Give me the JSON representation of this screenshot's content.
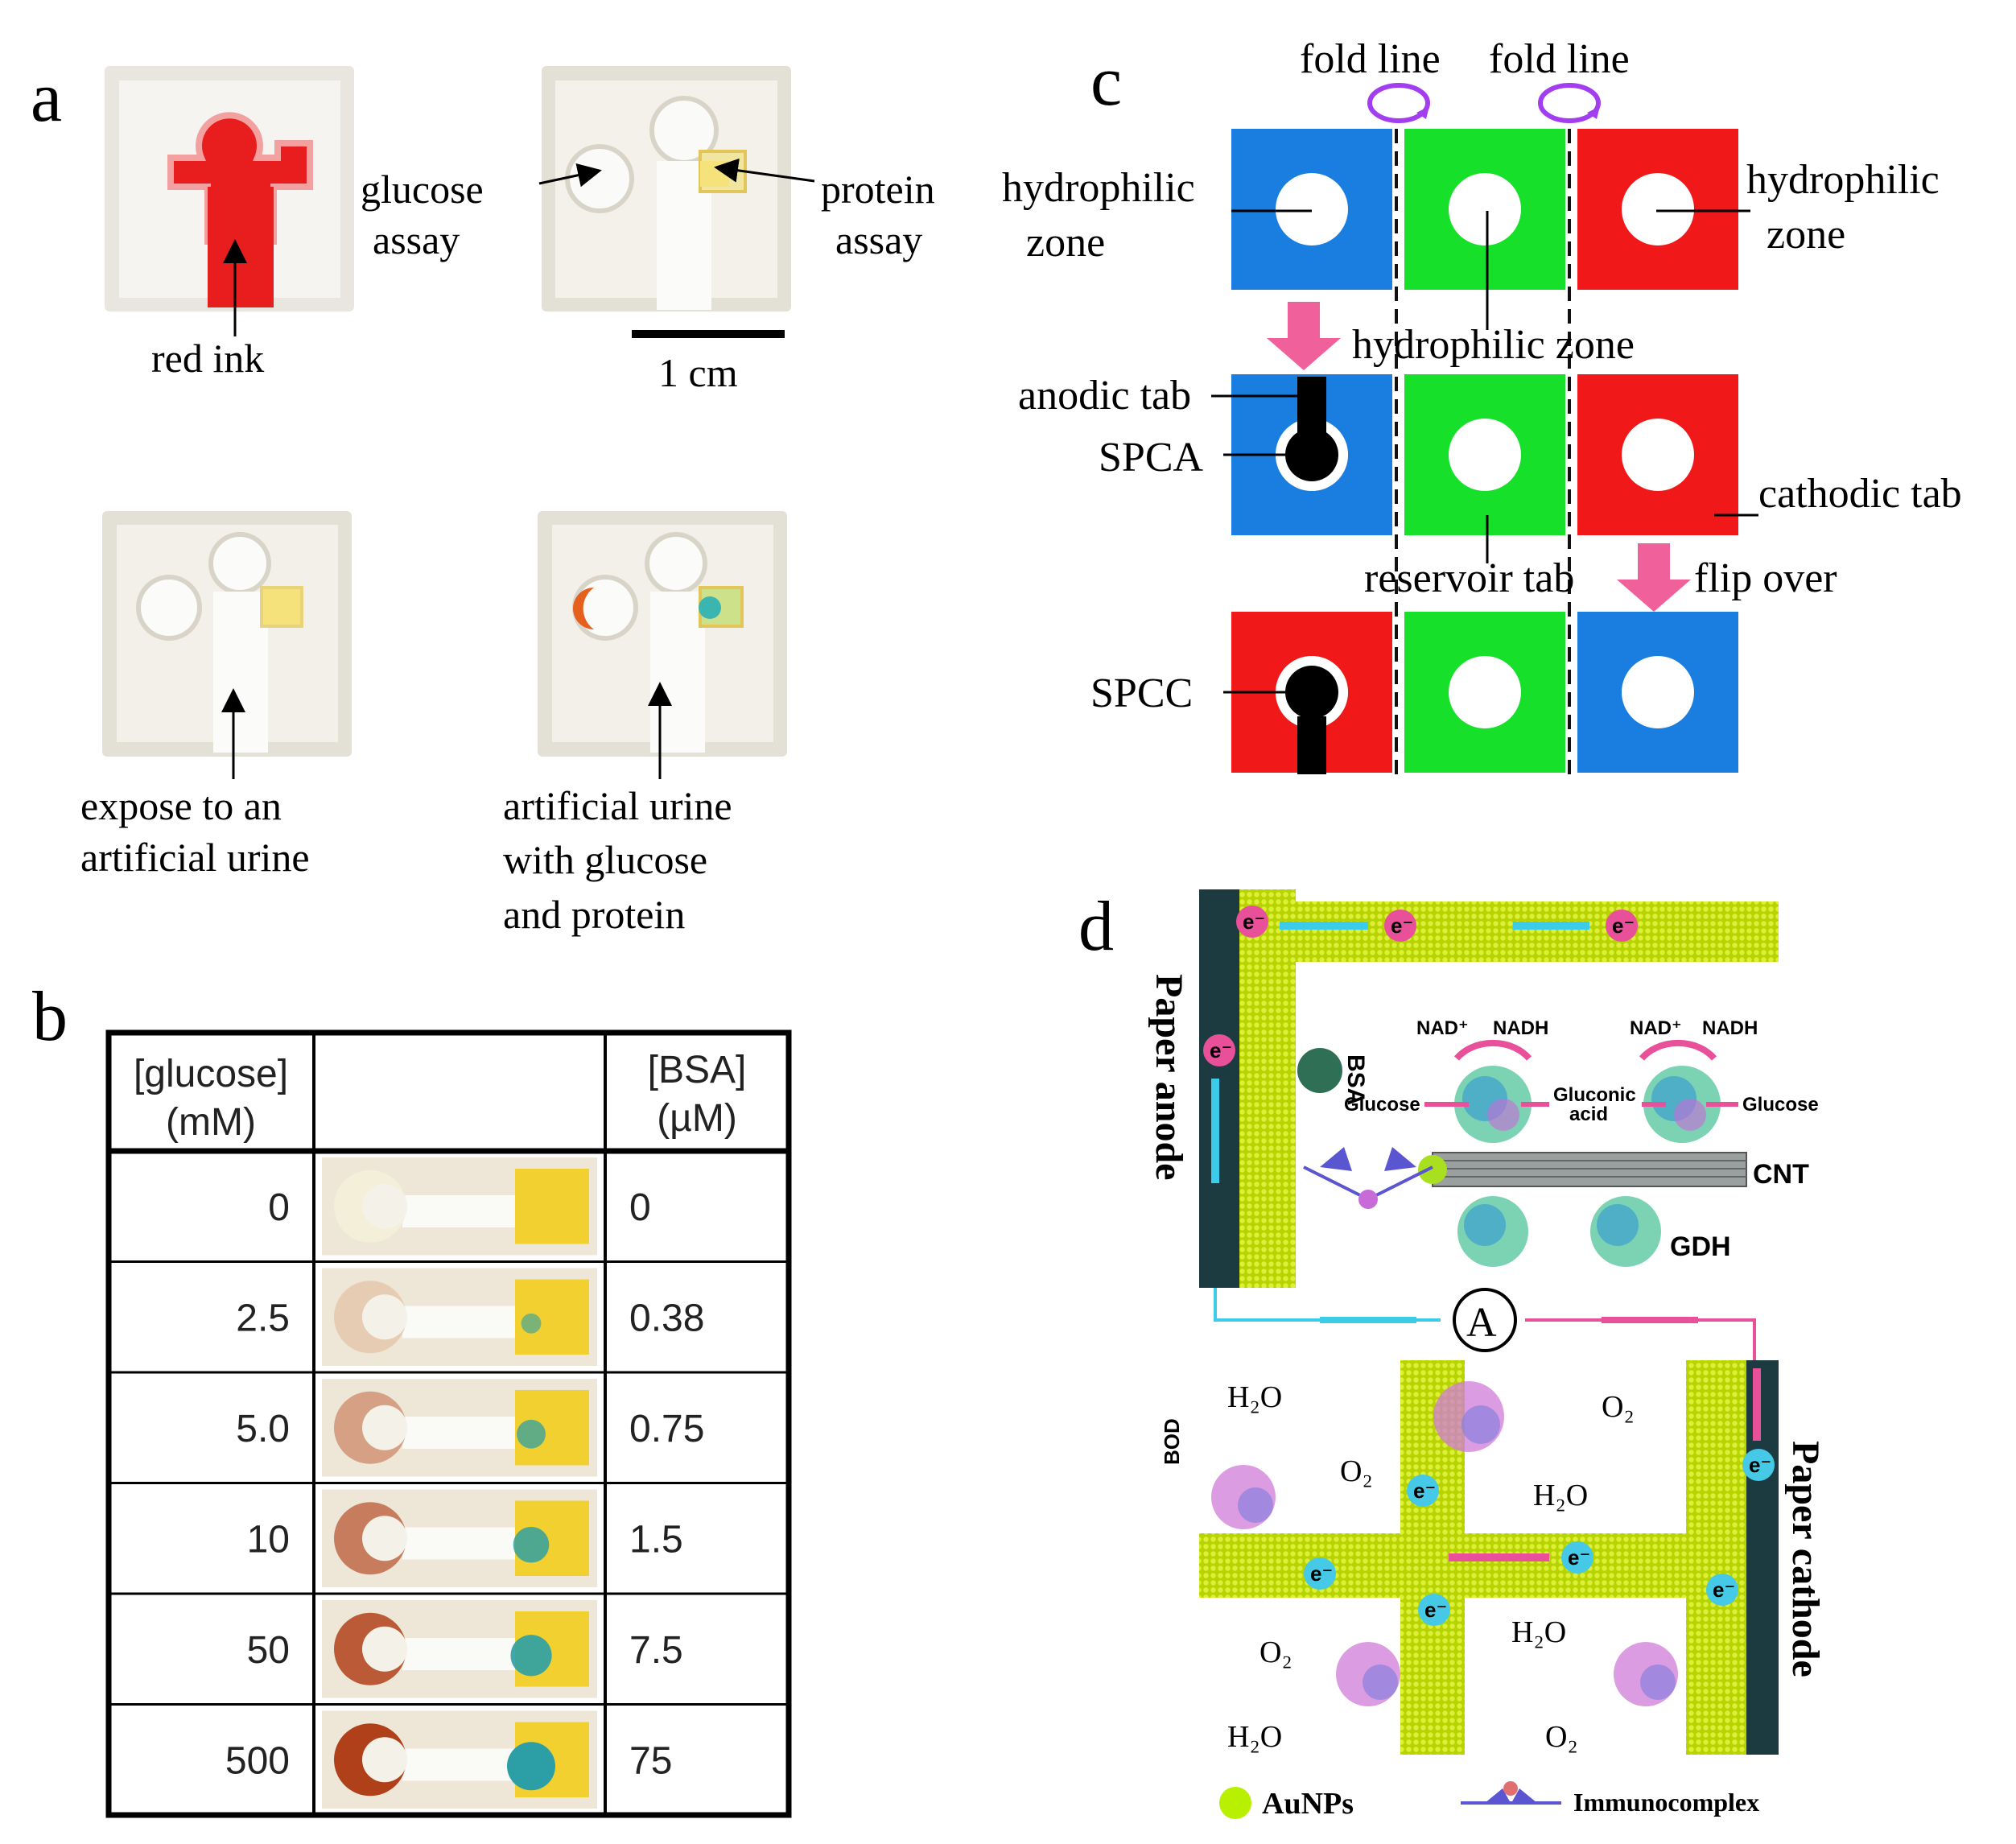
{
  "panels": {
    "a": {
      "letter": "a",
      "labels": {
        "red_ink": "red ink",
        "glucose_assay_1": "glucose",
        "glucose_assay_2": "assay",
        "protein_assay_1": "protein",
        "protein_assay_2": "assay",
        "scale": "1 cm",
        "expose_1": "expose to an",
        "expose_2": "artificial urine",
        "artificial_1": "artificial urine",
        "artificial_2": "with glucose",
        "artificial_3": "and protein"
      }
    },
    "b": {
      "letter": "b",
      "header_glucose_1": "[glucose]",
      "header_glucose_2": "(mM)",
      "header_bsa_1": "[BSA]",
      "header_bsa_2": "(µM)",
      "rows": [
        {
          "glucose": "0",
          "bsa": "0",
          "brown": 0.0,
          "blue": 0.0
        },
        {
          "glucose": "2.5",
          "bsa": "0.38",
          "brown": 0.2,
          "blue": 0.2
        },
        {
          "glucose": "5.0",
          "bsa": "0.75",
          "brown": 0.45,
          "blue": 0.45
        },
        {
          "glucose": "10",
          "bsa": "1.5",
          "brown": 0.65,
          "blue": 0.65
        },
        {
          "glucose": "50",
          "bsa": "7.5",
          "brown": 0.85,
          "blue": 0.8
        },
        {
          "glucose": "500",
          "bsa": "75",
          "brown": 1.0,
          "blue": 1.0
        }
      ]
    },
    "c": {
      "letter": "c",
      "labels": {
        "fold_line_1": "fold line",
        "fold_line_2": "fold line",
        "hydrophilic_left_1": "hydrophilic",
        "hydrophilic_left_2": "zone",
        "hydrophilic_right_1": "hydrophilic",
        "hydrophilic_right_2": "zone",
        "hydrophilic_center": "hydrophilic zone",
        "anodic_tab": "anodic tab",
        "spca": "SPCA",
        "cathodic_tab": "cathodic tab",
        "reservoir_tab": "reservoir tab",
        "flip_over": "flip over",
        "spcc": "SPCC"
      },
      "colors": {
        "blue": "#1a7de0",
        "green": "#17e02a",
        "red": "#f01818"
      }
    },
    "d": {
      "letter": "d",
      "labels": {
        "paper_anode": "Paper anode",
        "paper_cathode": "Paper cathode",
        "bsa": "BSA",
        "nad_1": "NAD⁺",
        "nadh_1": "NADH",
        "nad_2": "NAD⁺",
        "nadh_2": "NADH",
        "glucose_1": "Glucose",
        "gluconic_1": "Gluconic",
        "gluconic_2": "acid",
        "glucose_2": "Glucose",
        "cnt": "CNT",
        "gdh": "GDH",
        "ammeter": "A",
        "bod": "BOD",
        "h2o": "H₂O",
        "o2": "O₂",
        "electron": "e⁻",
        "aunps": "AuNPs",
        "immunocomplex": "Immunocomplex"
      },
      "colors": {
        "electrode": "#c5e000",
        "anode_dark": "#1c3b40",
        "electron_pink": "#e8509a",
        "electron_cyan": "#45c9e6",
        "arrow_pink": "#e8509a",
        "arrow_cyan": "#3ccbe8"
      }
    }
  }
}
